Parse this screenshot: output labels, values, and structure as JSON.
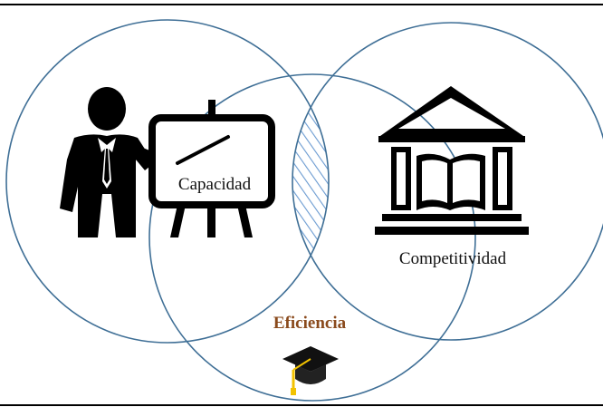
{
  "diagram": {
    "labels": {
      "capacidad": "Capacidad",
      "competitividad": "Competitividad",
      "eficiencia": "Eficiencia"
    },
    "colors": {
      "circle_stroke": "#3f6f96",
      "hatch": "#6b9bd1",
      "eficiencia_text": "#8a4a1c",
      "icon": "#000000",
      "tassel": "#f2c200"
    },
    "icons": {
      "presenter": "presenter-at-board-icon",
      "institution": "bank-book-building-icon",
      "graduation": "graduation-cap-icon"
    }
  }
}
